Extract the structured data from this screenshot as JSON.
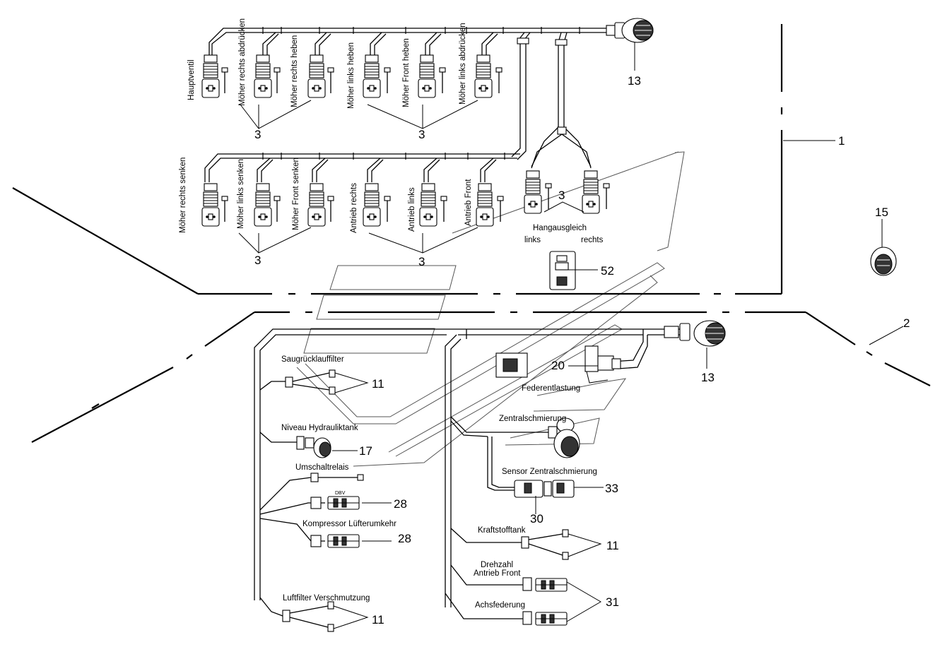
{
  "valve_labels_top": [
    "Hauptventil",
    "Möher rechts abdrücken",
    "Möher rechts heben",
    "Möher links heben",
    "Möher Front heben",
    "Möher links abdrücken"
  ],
  "valve_labels_bottom": [
    "Möher rechts senken",
    "Möher links senken",
    "Möher Front senken",
    "Antrieb rechts",
    "Antrieb links",
    "Antrieb Front"
  ],
  "hang": {
    "title": "Hangausgleich",
    "left": "links",
    "right": "rechts"
  },
  "labels": {
    "saug": "Saugrücklauffilter",
    "niveau": "Niveau Hydrauliktank",
    "umschalt": "Umschaltrelais",
    "kompressor": "Kompressor Lüfterumkehr",
    "luftfilter": "Luftfilter Verschmutzung",
    "feder": "Federentlastung",
    "zentral": "Zentralschmierung",
    "sensor": "Sensor Zentralschmierung",
    "kraftstoff": "Kraftstofftank",
    "drehzahl_1": "Drehzahl",
    "drehzahl_2": "Antrieb Front",
    "achs": "Achsfederung"
  },
  "callouts": {
    "c1": "1",
    "c2": "2",
    "c3": "3",
    "c11": "11",
    "c13": "13",
    "c15": "15",
    "c17": "17",
    "c20": "20",
    "c28": "28",
    "c30": "30",
    "c31": "31",
    "c33": "33",
    "c52": "52"
  }
}
